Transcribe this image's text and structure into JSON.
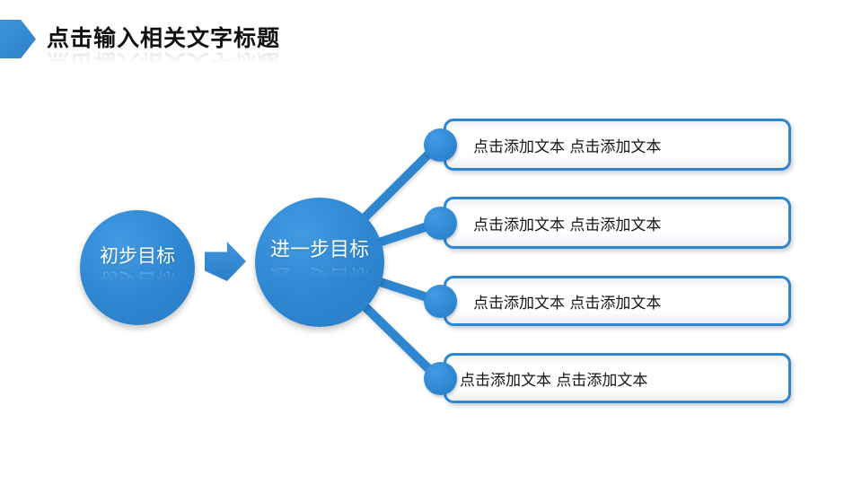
{
  "slide": {
    "title": "点击输入相关文字标题"
  },
  "diagram": {
    "primary_circle_label": "初步目标",
    "secondary_circle_label": "进一步目标",
    "boxes": [
      {
        "label": "点击添加文本 点击添加文本"
      },
      {
        "label": "点击添加文本 点击添加文本"
      },
      {
        "label": "点击添加文本 点击添加文本"
      },
      {
        "label": "点击添加文本 点击添加文本"
      }
    ]
  },
  "colors": {
    "accent_blue": "#2E86D1",
    "title_text": "#111111",
    "box_text": "#151515",
    "circle_text": "#FFFFFF",
    "background": "#FFFFFF"
  }
}
